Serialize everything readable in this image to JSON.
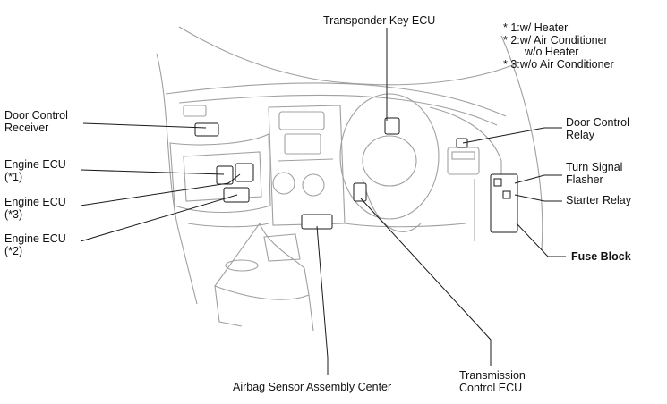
{
  "title": "Transponder Key ECU",
  "legend": {
    "line1": "* 1:w/ Heater",
    "line2": "* 2:w/ Air Conditioner",
    "line3": "w/o Heater",
    "line4": "* 3:w/o Air Conditioner"
  },
  "labels": {
    "door_control_receiver": [
      "Door Control",
      "Receiver"
    ],
    "engine_ecu_1": [
      "Engine ECU",
      "(*1)"
    ],
    "engine_ecu_3": [
      "Engine ECU",
      "(*3)"
    ],
    "engine_ecu_2": [
      "Engine ECU",
      "(*2)"
    ],
    "door_control_relay": [
      "Door Control",
      "Relay"
    ],
    "turn_signal_flasher": [
      "Turn Signal",
      "Flasher"
    ],
    "starter_relay": "Starter Relay",
    "fuse_block": "Fuse Block",
    "transmission_control_ecu": [
      "Transmission",
      "Control ECU"
    ],
    "airbag_sensor": "Airbag Sensor Assembly Center"
  },
  "colors": {
    "line": "#1a1a1a",
    "outline": "#9a9a9a",
    "component_fill": "#ffffff"
  }
}
